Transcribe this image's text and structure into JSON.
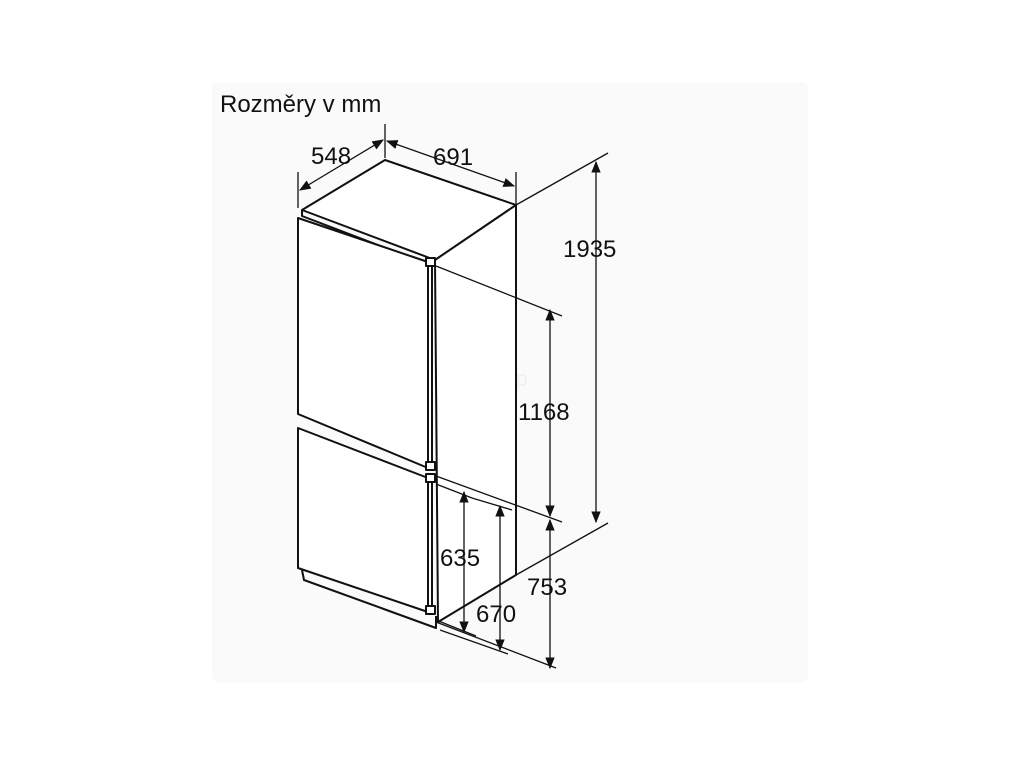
{
  "title": "Rozměry v mm",
  "watermark": "shop",
  "dimensions": {
    "depth": "548",
    "width": "691",
    "total_height": "1935",
    "upper_height": "1168",
    "niche_635": "635",
    "niche_670": "670",
    "lower_height": "753"
  },
  "colors": {
    "line": "#111111",
    "body": "#ffffff",
    "background": "#fafafa"
  }
}
